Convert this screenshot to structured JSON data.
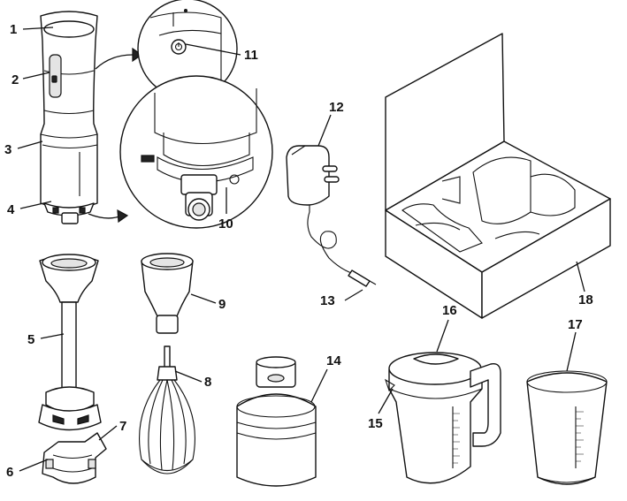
{
  "figure": {
    "parts": [
      {
        "number": "1"
      },
      {
        "number": "2"
      },
      {
        "number": "3"
      },
      {
        "number": "4"
      },
      {
        "number": "5"
      },
      {
        "number": "6"
      },
      {
        "number": "7"
      },
      {
        "number": "8"
      },
      {
        "number": "9"
      },
      {
        "number": "10"
      },
      {
        "number": "11"
      },
      {
        "number": "12"
      },
      {
        "number": "13"
      },
      {
        "number": "14"
      },
      {
        "number": "15"
      },
      {
        "number": "16"
      },
      {
        "number": "17"
      },
      {
        "number": "18"
      }
    ]
  }
}
